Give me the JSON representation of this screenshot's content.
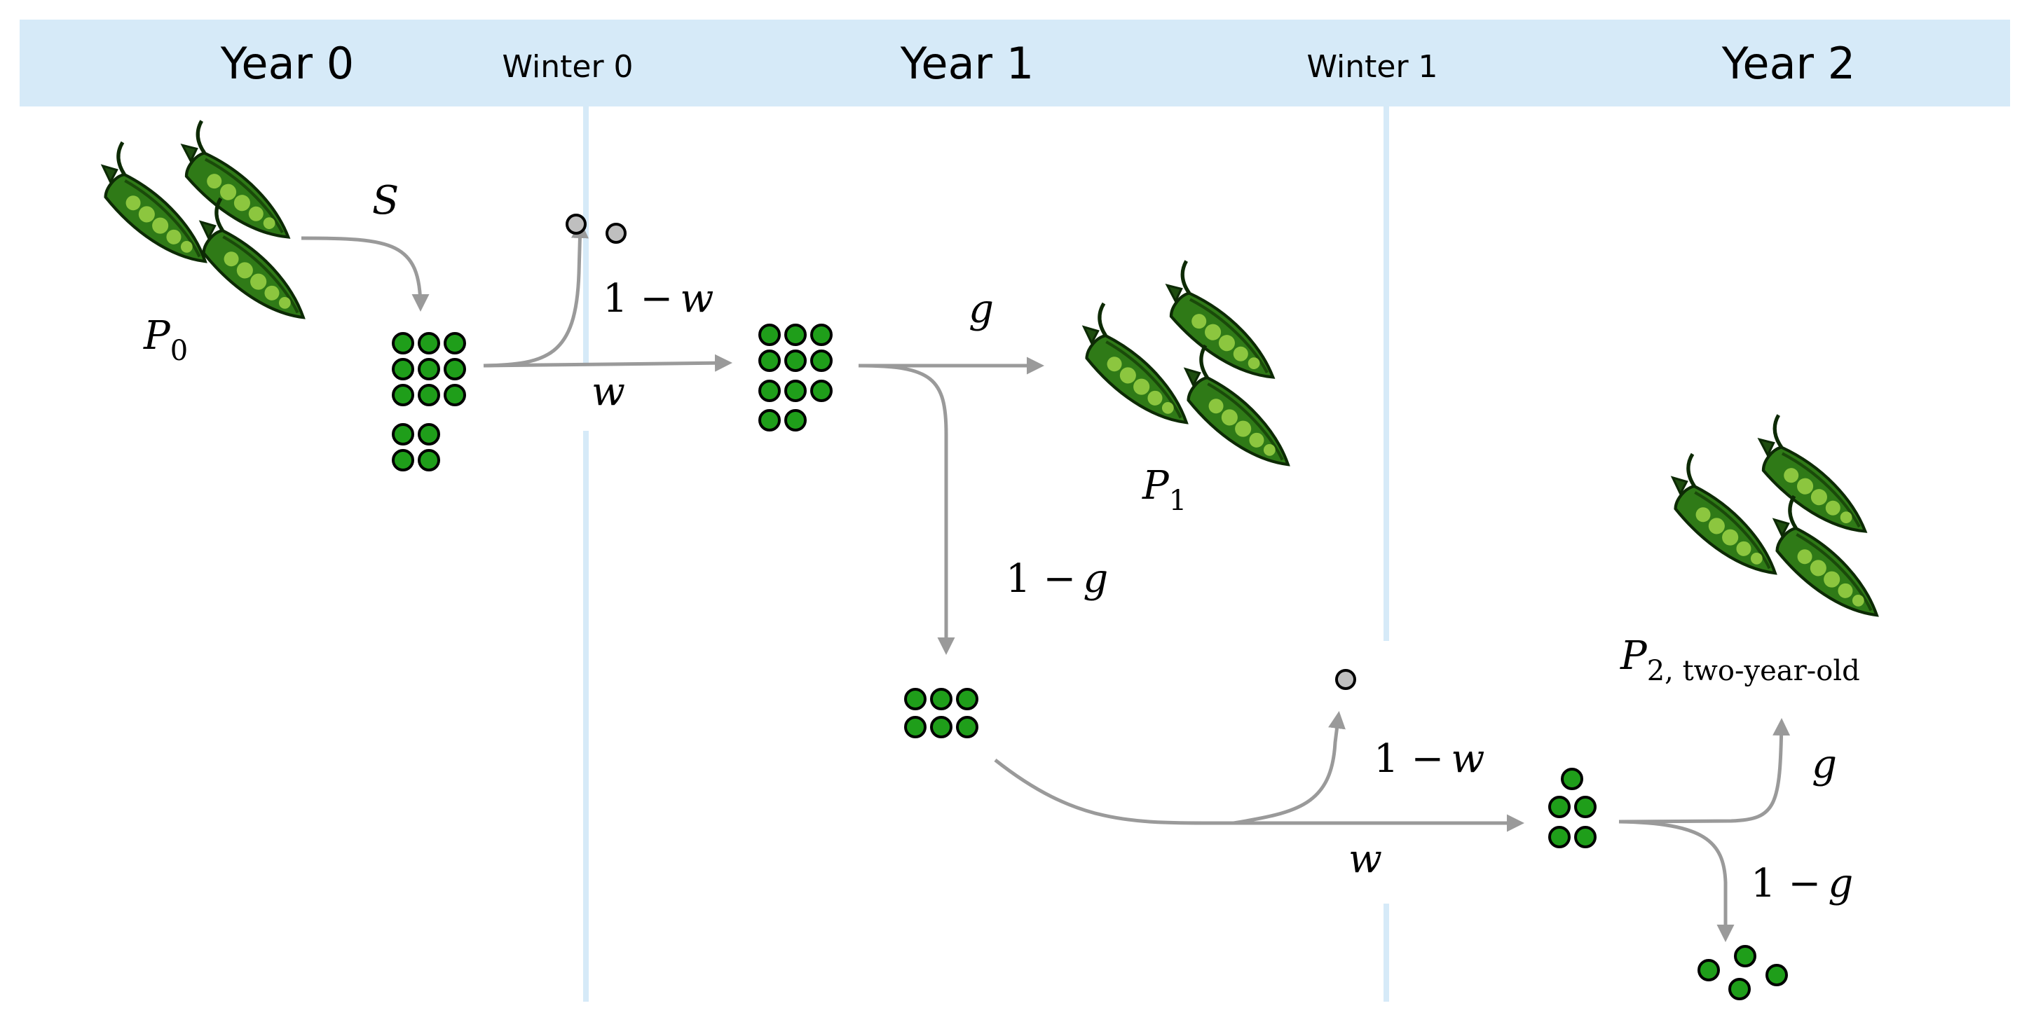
{
  "header": {
    "year0": "Year 0",
    "winter0": "Winter 0",
    "year1": "Year 1",
    "winter1": "Winter 1",
    "year2": "Year 2",
    "band_color": "#d6eaf8"
  },
  "labels": {
    "S": "S",
    "w": "w",
    "g": "g",
    "one_minus": "1 −",
    "P": "P",
    "sub0": "0",
    "sub1": "1",
    "sub2": "2, two-year-old"
  },
  "colors": {
    "seed": "#1f9e1a",
    "lost_seed": "#bfbfbf",
    "arrow": "#9a9a9a",
    "pod_dark": "#1e4d0f",
    "pod_mid": "#3d8b1a",
    "pea": "#8cc63f"
  },
  "icons": [
    "pea-pod-icon",
    "seed-icon",
    "dead-seed-icon"
  ]
}
